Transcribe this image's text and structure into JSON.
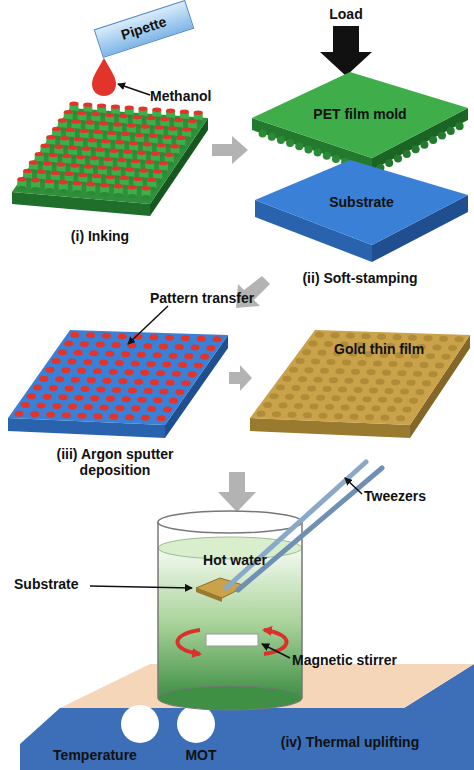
{
  "diagram": {
    "nodes": [
      {
        "text": [
          "Pipette"
        ]
      },
      {
        "text": [
          "PET film mold"
        ]
      },
      {
        "text": [
          "Substrate"
        ]
      },
      {
        "text": [
          "Gold thin film"
        ]
      }
    ],
    "labels": [
      "Methanol",
      "(i) Inking",
      "Load",
      "(ii) Soft-stamping",
      "Pattern transfer",
      "(iii) Argon sputter deposition",
      "Tweezers",
      "Hot water",
      "Substrate",
      "Magnetic stirrer",
      "Temperature",
      "MOT",
      "(iv) Thermal uplifting"
    ]
  }
}
